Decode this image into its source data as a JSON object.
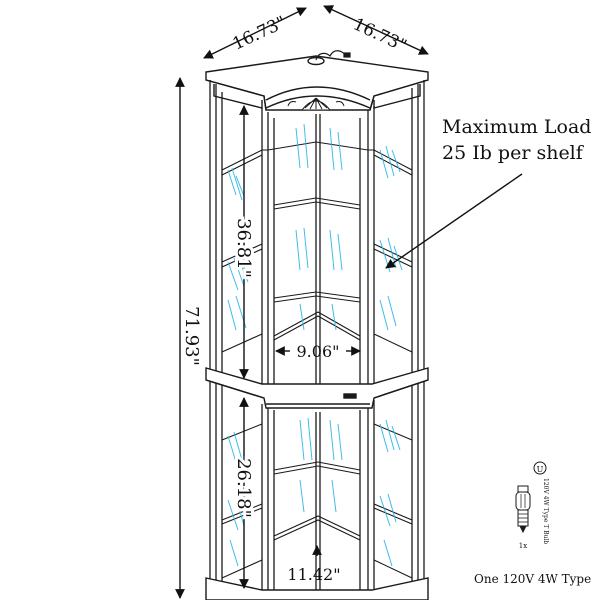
{
  "dimensions": {
    "top_depth_left": "16.73\"",
    "top_depth_right": "16.73\"",
    "overall_height": "71.93\"",
    "upper_cabinet_height": "36.81\"",
    "lower_cabinet_height": "26.18\"",
    "shelf_width_upper": "9.06\"",
    "shelf_width_lower": "11.42\""
  },
  "notes": {
    "max_load_line1": "Maximum Load",
    "max_load_line2": "25 Ib per shelf"
  },
  "bulb": {
    "caption": "One 120V 4W Type",
    "label": "120V 4W Type T Bulb",
    "count": "1x",
    "badge": "U"
  },
  "colors": {
    "line": "#1a1a1a",
    "glass": "#29b6e8",
    "background": "#ffffff"
  }
}
